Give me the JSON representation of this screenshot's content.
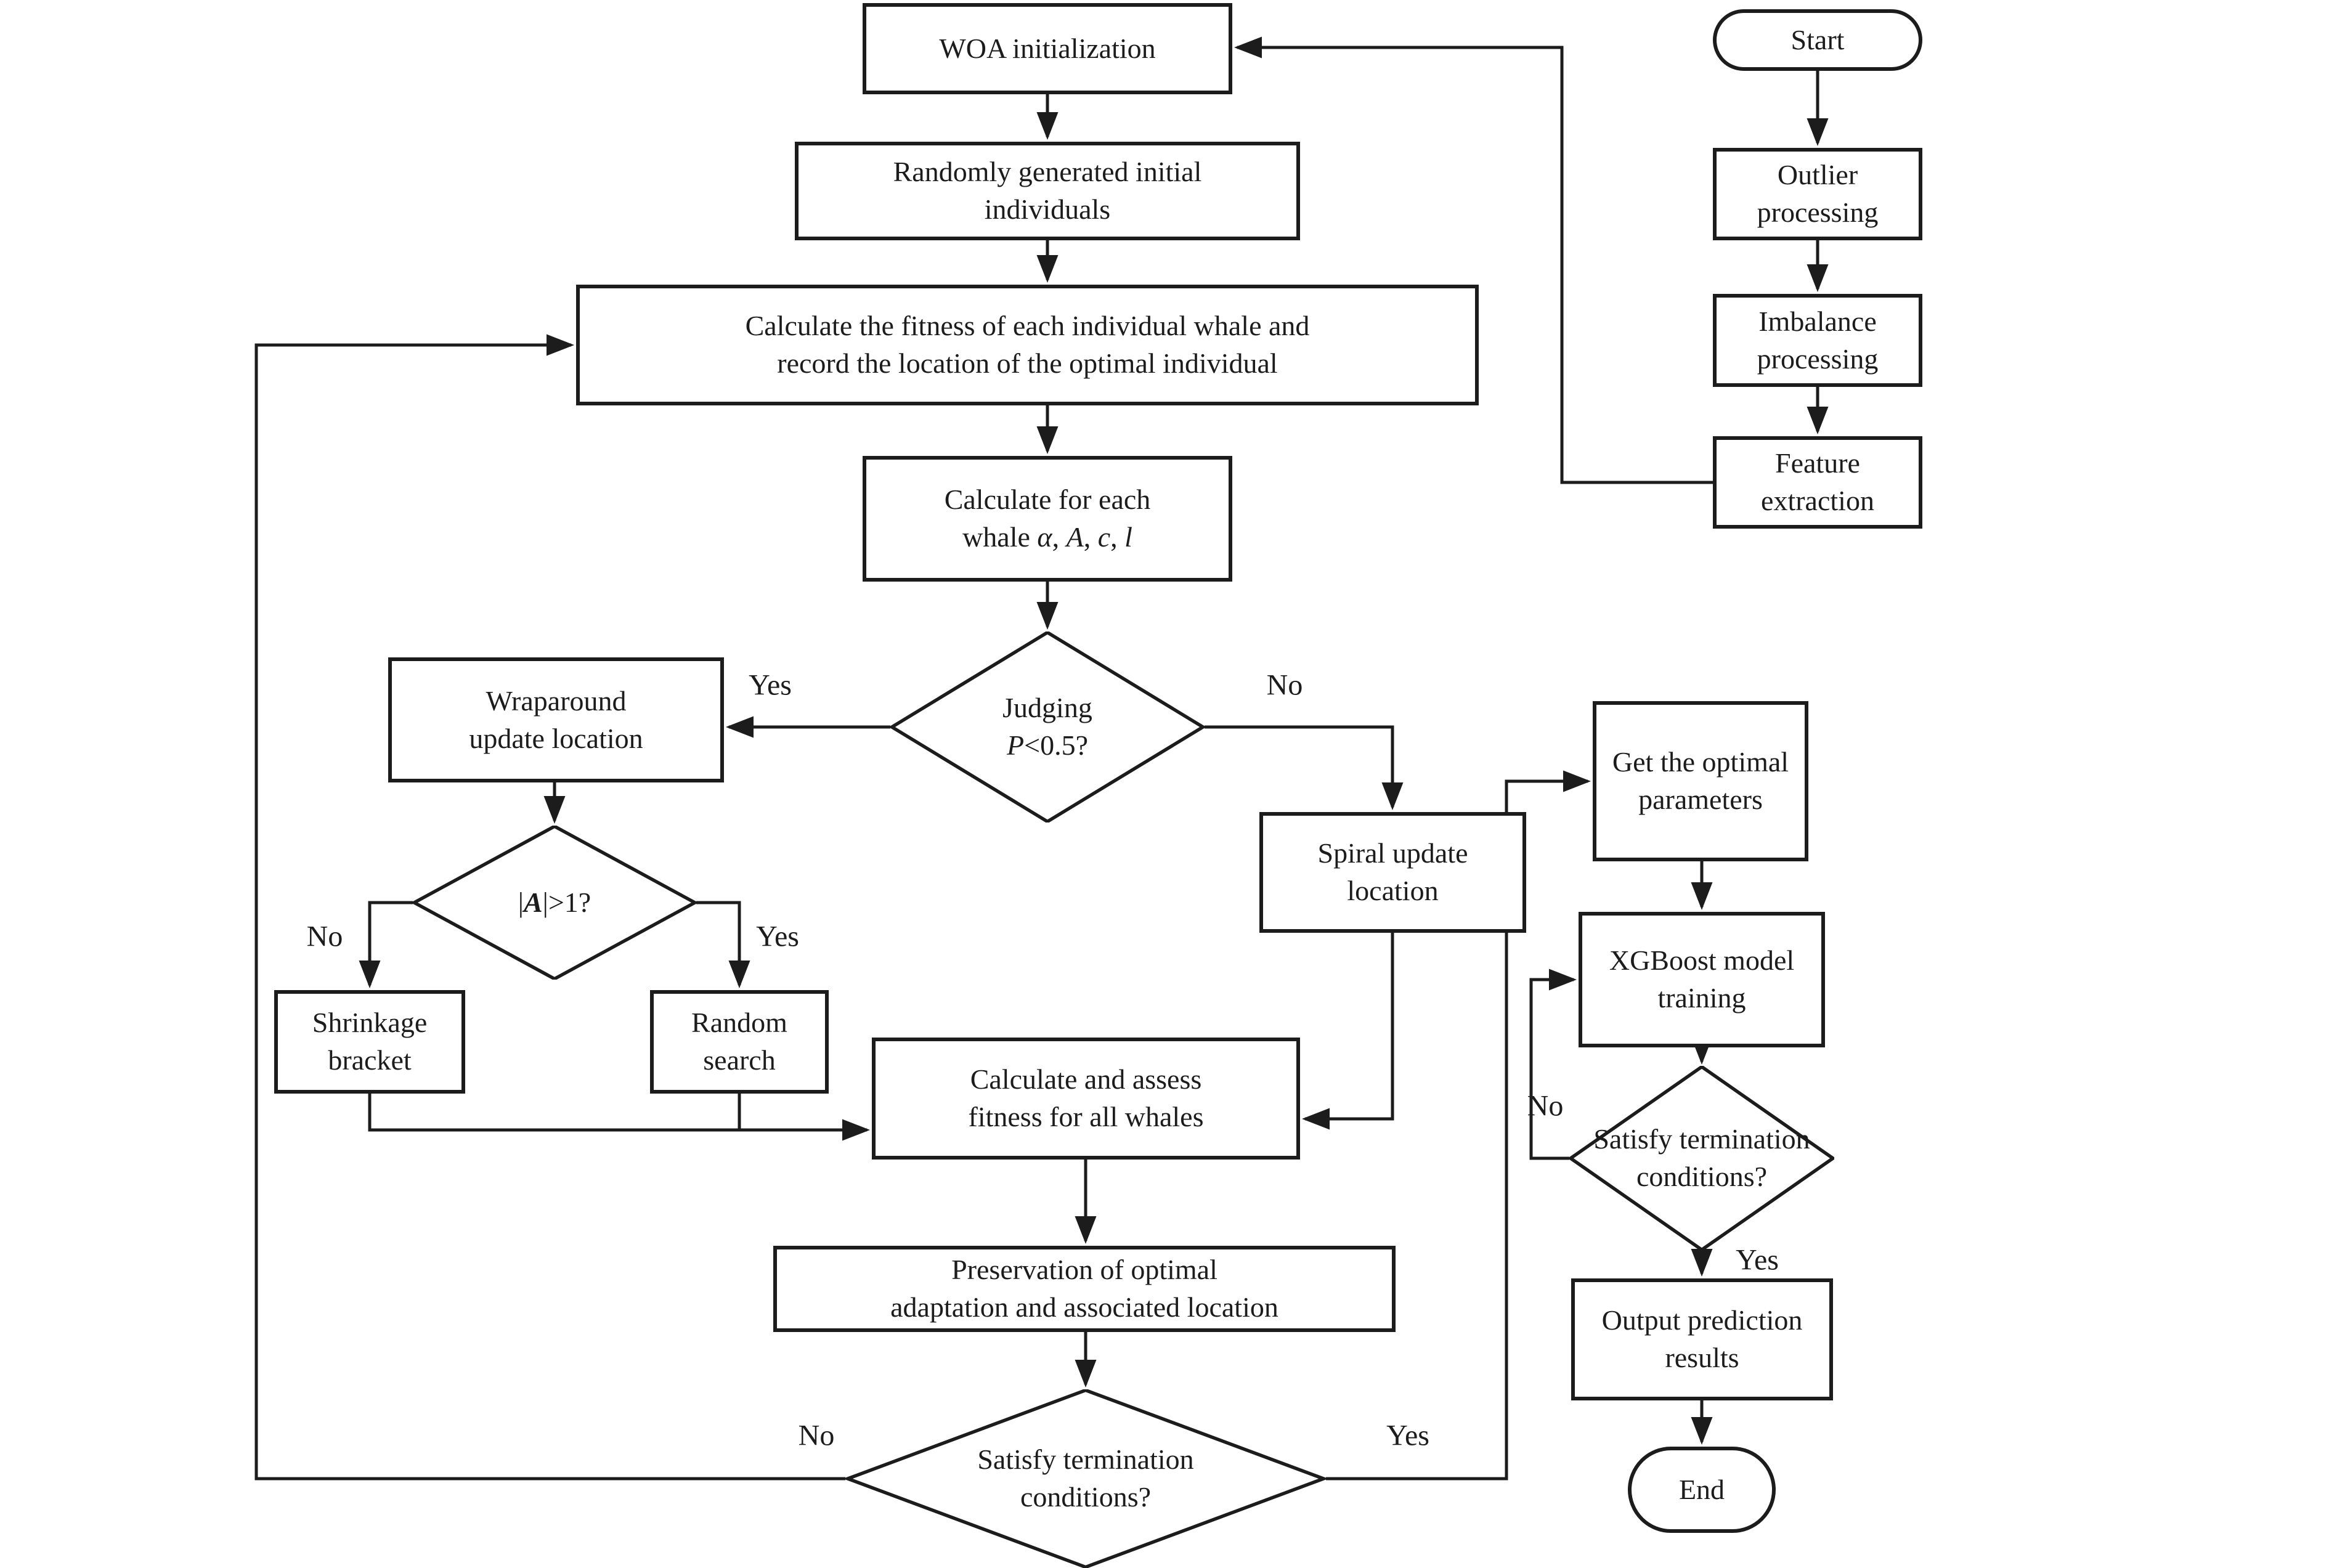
{
  "diagram": {
    "nodes": {
      "woa_init": {
        "label": "WOA initialization"
      },
      "random_individuals": {
        "label": "Randomly generated initial\nindividuals"
      },
      "calc_fitness": {
        "label": "Calculate the fitness of each individual whale and\nrecord the location of the optimal individual"
      },
      "calc_whale": {
        "line1": "Calculate for each",
        "line2_html": "whale <i>α</i>, <i>A</i>, <i>c</i>, <i>l</i>"
      },
      "judging": {
        "line1": "Judging",
        "line2_html": "<i>P</i>&lt;0.5?"
      },
      "wraparound": {
        "label": "Wraparound\nupdate location"
      },
      "a_check": {
        "label_html": "|<b><i>A</i></b>|&gt;1?"
      },
      "shrinkage": {
        "label": "Shrinkage\nbracket"
      },
      "random_search": {
        "label": "Random\nsearch"
      },
      "spiral": {
        "label": "Spiral update\nlocation"
      },
      "calc_assess": {
        "label": "Calculate and assess\nfitness for all whales"
      },
      "preservation": {
        "label": "Preservation of optimal\nadaptation and associated location"
      },
      "satisfy_bottom": {
        "label": "Satisfy termination\nconditions?"
      },
      "start": {
        "label": "Start"
      },
      "outlier": {
        "label": "Outlier\nprocessing"
      },
      "imbalance": {
        "label": "Imbalance\nprocessing"
      },
      "feature": {
        "label": "Feature\nextraction"
      },
      "get_optimal": {
        "label": "Get the optimal\nparameters"
      },
      "xgboost": {
        "label": "XGBoost model\ntraining"
      },
      "satisfy_right": {
        "label": "Satisfy termination\nconditions?"
      },
      "output": {
        "label": "Output prediction\nresults"
      },
      "end": {
        "label": "End"
      }
    },
    "edge_labels": {
      "judging_yes": "Yes",
      "judging_no": "No",
      "a_no": "No",
      "a_yes": "Yes",
      "bottom_no": "No",
      "bottom_yes": "Yes",
      "right_no": "No",
      "right_yes": "Yes"
    },
    "colors": {
      "ink": "#1c1c1c",
      "background": "#ffffff"
    }
  }
}
